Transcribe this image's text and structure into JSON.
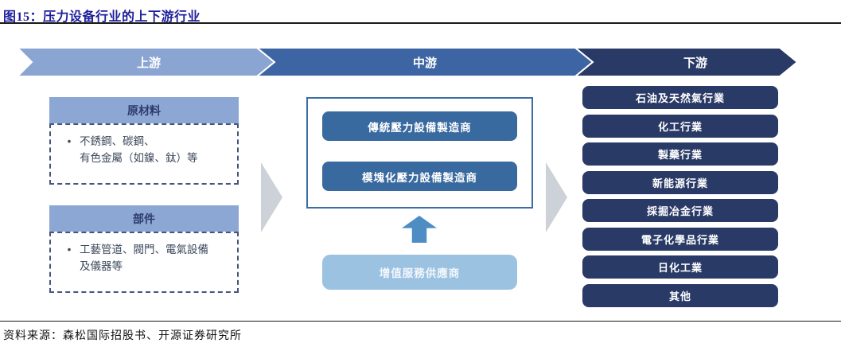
{
  "figure": {
    "title": "图15：压力设备行业的上下游行业",
    "source": "资料来源：森松国际招股书、开源证券研究所"
  },
  "flow_header": {
    "stages": [
      {
        "label": "上游",
        "color": "#8ba5d2"
      },
      {
        "label": "中游",
        "color": "#3d64a3"
      },
      {
        "label": "下游",
        "color": "#2a3a66"
      }
    ]
  },
  "upstream": {
    "groups": [
      {
        "header": "原材料",
        "bullet_line1": "不銹鋼、碳鋼、",
        "bullet_line2": "有色金屬（如鎳、鈦）等"
      },
      {
        "header": "部件",
        "bullet_line1": "工藝管道、閥門、電氣設備",
        "bullet_line2": "及儀器等"
      }
    ],
    "bullet_glyph": "•"
  },
  "midstream": {
    "manufacturers": [
      "傳統壓力設備製造商",
      "模塊化壓力設備製造商"
    ],
    "service_provider": "增值服務供應商"
  },
  "downstream": {
    "industries": [
      "石油及天然氣行業",
      "化工行業",
      "製藥行業",
      "新能源行業",
      "採掘冶金行業",
      "電子化學品行業",
      "日化工業",
      "其他"
    ]
  },
  "colors": {
    "title_text": "#1e1e9c",
    "stage_upstream": "#8ba5d2",
    "stage_midstream": "#3d64a3",
    "stage_downstream": "#2a3a66",
    "group_header_bg": "#8ca7d3",
    "group_header_text": "#2c3a6b",
    "dashed_border": "#44567e",
    "manufacturer_btn": "#38699f",
    "mid_box_border": "#3c6ea5",
    "up_arrow": "#4e8cc4",
    "service_box": "#9cc2e2",
    "pill_bg": "#2a3a66",
    "flow_arrow_gray": "#cdd1d8"
  }
}
